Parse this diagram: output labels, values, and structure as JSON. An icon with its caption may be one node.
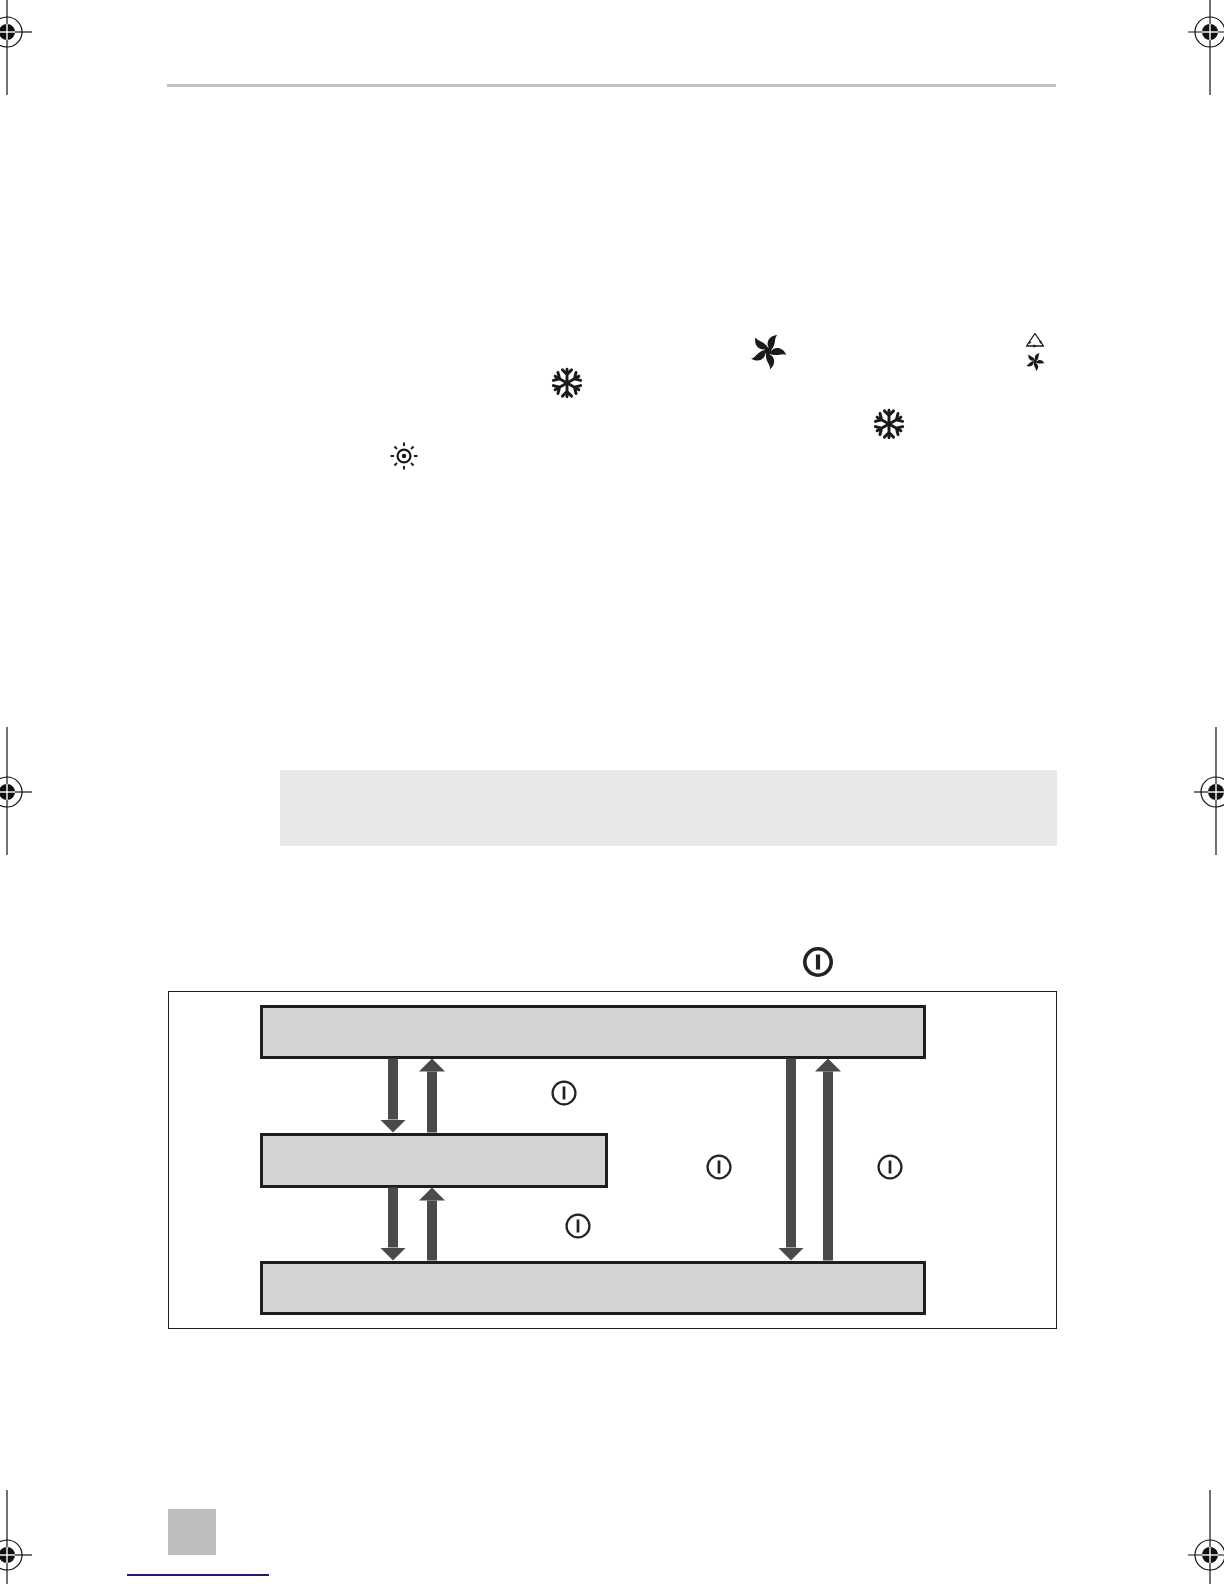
{
  "diagram": {
    "nodes": [
      {
        "text": [],
        "shape": "box"
      },
      {
        "text": [],
        "shape": "box",
        "in": 0
      },
      {
        "text": [],
        "shape": "box",
        "in": 0
      },
      {
        "text": [],
        "shape": "box",
        "in": 0
      }
    ],
    "edges": [
      {
        "from": 1,
        "to": 2,
        "arrow": "to"
      },
      {
        "from": 2,
        "to": 1,
        "arrow": "to"
      },
      {
        "from": 2,
        "to": 3,
        "arrow": "to"
      },
      {
        "from": 3,
        "to": 2,
        "arrow": "to"
      },
      {
        "from": 1,
        "to": 3,
        "arrow": "to"
      },
      {
        "from": 3,
        "to": 1,
        "arrow": "to"
      }
    ]
  }
}
